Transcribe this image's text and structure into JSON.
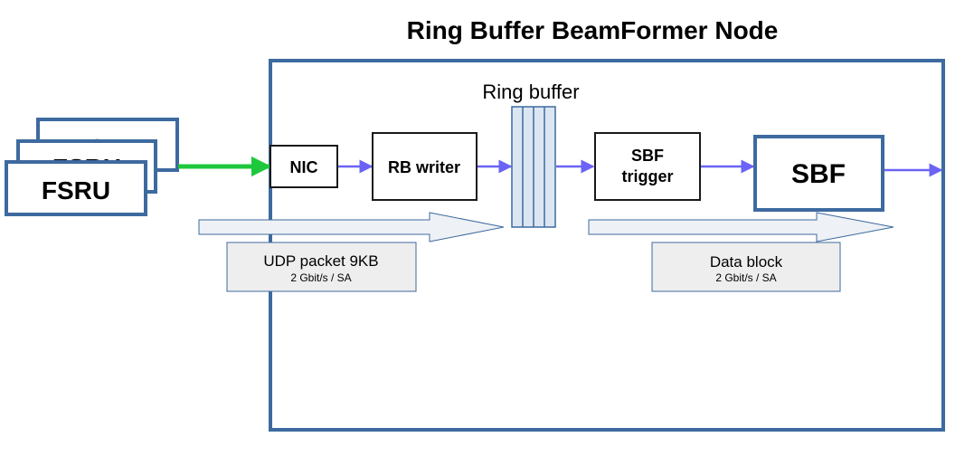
{
  "title": "Ring Buffer BeamFormer Node",
  "fsru": [
    "FSRU",
    "FSRU",
    "FSRU"
  ],
  "nic": "NIC",
  "rb_writer": "RB writer",
  "ring_buffer_label": "Ring buffer",
  "sbf_trigger": [
    "SBF",
    "trigger"
  ],
  "sbf": "SBF",
  "udp_note": {
    "title": "UDP packet 9KB",
    "rate": "2 Gbit/s / SA"
  },
  "data_note": {
    "title": "Data block",
    "rate": "2 Gbit/s / SA"
  },
  "colors": {
    "frame": "#3d6a9f",
    "box_border": "#1a1a1a",
    "arrow_blue": "#6b63f5",
    "arrow_green": "#1ec83c",
    "buffer_fill": "#dce6f2",
    "note_fill": "#eeeeee",
    "flow_fill": "#eef1f5"
  }
}
